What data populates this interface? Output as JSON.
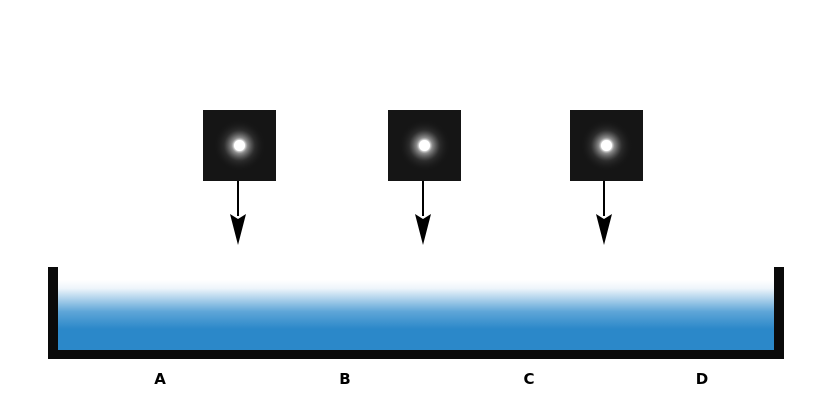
{
  "diagram": {
    "colors": {
      "background": "#ffffff",
      "tank_outline": "#0a0a0a",
      "liquid": "#2b88c9",
      "source_box": "#151515",
      "source_glow": "#ffffff",
      "arrow": "#000000"
    },
    "sources": [
      {
        "name": "point-light-source-1"
      },
      {
        "name": "point-light-source-2"
      },
      {
        "name": "point-light-source-3"
      }
    ],
    "zone_labels": [
      "A",
      "B",
      "C",
      "D"
    ]
  }
}
